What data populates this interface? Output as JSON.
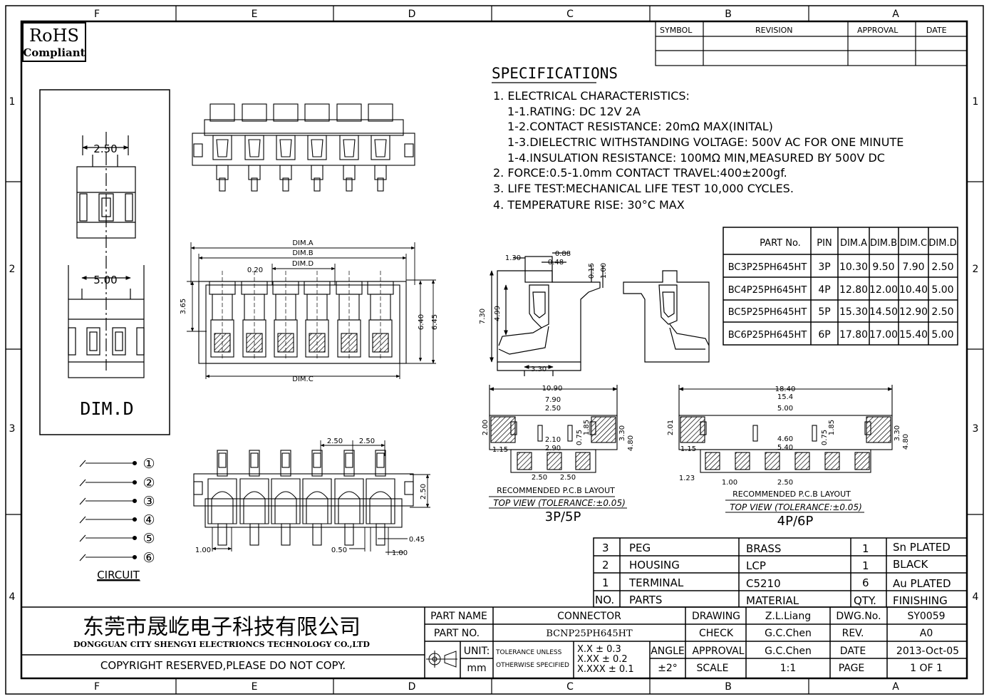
{
  "zones": {
    "columns": [
      "F",
      "E",
      "D",
      "C",
      "B",
      "A"
    ],
    "rows": [
      "1",
      "2",
      "3",
      "4"
    ]
  },
  "rohs": {
    "line1": "RoHS",
    "line2": "Compliant"
  },
  "revision_table": {
    "headers": [
      "SYMBOL",
      "REVISION",
      "APPROVAL",
      "DATE"
    ]
  },
  "specifications": {
    "title": "SPECIFICATIONS",
    "lines": [
      "1. ELECTRICAL CHARACTERISTICS:",
      "1-1.RATING: DC 12V 2A",
      "1-2.CONTACT RESISTANCE: 20mΩ MAX(INITAL)",
      "1-3.DIELECTRIC WITHSTANDING VOLTAGE: 500V AC FOR ONE MINUTE",
      "1-4.INSULATION RESISTANCE: 100MΩ MIN,MEASURED BY 500V DC",
      "2. FORCE:0.5-1.0mm CONTACT TRAVEL:400±200gf.",
      "3. LIFE TEST:MECHANICAL LIFE TEST 10,000 CYCLES.",
      "4. TEMPERATURE RISE: 30°C MAX"
    ]
  },
  "part_table": {
    "headers": [
      "PART No.",
      "PIN",
      "DIM.A",
      "DIM.B",
      "DIM.C",
      "DIM.D"
    ],
    "rows": [
      [
        "BC3P25PH645HT",
        "3P",
        "10.30",
        "9.50",
        "7.90",
        "2.50"
      ],
      [
        "BC4P25PH645HT",
        "4P",
        "12.80",
        "12.00",
        "10.40",
        "5.00"
      ],
      [
        "BC5P25PH645HT",
        "5P",
        "15.30",
        "14.50",
        "12.90",
        "2.50"
      ],
      [
        "BC6P25PH645HT",
        "6P",
        "17.80",
        "17.00",
        "15.40",
        "5.00"
      ]
    ]
  },
  "dim_d_panel": {
    "top_dim": "2.50",
    "bottom_dim": "5.00",
    "label": "DIM.D"
  },
  "top_view": {
    "dims": {
      "dim_a": "DIM.A",
      "dim_b": "DIM.B",
      "dim_d": "DIM.D",
      "dim_c": "DIM.C",
      "pitch_gap": "0.20",
      "h1": "3.65",
      "h2": "6.40",
      "h3": "6.45"
    }
  },
  "bottom_view": {
    "dims": {
      "p1": "2.50",
      "p2": "2.50",
      "h": "2.50",
      "w1": "1.00",
      "w2": "0.50",
      "w3": "1.00",
      "w4": "0.45"
    }
  },
  "side_view": {
    "dims": {
      "a": "1.30",
      "b": "0.88",
      "c": "0.48",
      "d": "0.15",
      "e": "1.00",
      "f": "7.30",
      "g": "4.99",
      "h": "3.30"
    }
  },
  "circuit": {
    "pins": [
      "①",
      "②",
      "③",
      "④",
      "⑤",
      "⑥"
    ],
    "label": "CIRCUIT"
  },
  "pcb_3p5p": {
    "dims": [
      "10.90",
      "7.90",
      "2.50",
      "2.00",
      "2.10",
      "2.90",
      "0.75",
      "1.85",
      "3.30",
      "4.80",
      "1.15",
      "2.50",
      "2.50"
    ],
    "caption1": "RECOMMENDED P.C.B LAYOUT",
    "caption2": "TOP VIEW (TOLERANCE:±0.05)",
    "name": "3P/5P"
  },
  "pcb_4p6p": {
    "dims": [
      "18.40",
      "15.4",
      "5.00",
      "2.01",
      "4.60",
      "5.40",
      "0.75",
      "1.85",
      "3.30",
      "4.80",
      "1.15",
      "1.23",
      "1.00",
      "2.50"
    ],
    "caption1": "RECOMMENDED P.C.B LAYOUT",
    "caption2": "TOP VIEW (TOLERANCE:±0.05)",
    "name": "4P/6P"
  },
  "bom": {
    "rows": [
      [
        "3",
        "PEG",
        "BRASS",
        "1",
        "Sn PLATED"
      ],
      [
        "2",
        "HOUSING",
        "LCP",
        "1",
        "BLACK"
      ],
      [
        "1",
        "TERMINAL",
        "C5210",
        "6",
        "Au PLATED"
      ],
      [
        "NO.",
        "PARTS",
        "MATERIAL",
        "QTY.",
        "FINISHING"
      ]
    ]
  },
  "title_block": {
    "company_cn": "东莞市晟屹电子科技有限公司",
    "company_en": "DONGGUAN CITY SHENGYI ELECTRIONCS TECHNOLOGY CO.,LTD",
    "copyright": "COPYRIGHT RESERVED,PLEASE DO NOT COPY.",
    "part_name_label": "PART NAME",
    "part_name": "CONNECTOR",
    "part_no_label": "PART NO.",
    "part_no": "BCNP25PH645HT",
    "unit_label": "UNIT:",
    "unit": "mm",
    "tol_label1": "TOLERANCE UNLESS",
    "tol_label2": "OTHERWISE SPECIFIED",
    "tol1": "X.X ± 0.3",
    "tol2": "X.XX ± 0.2",
    "tol3": "X.XXX ± 0.1",
    "angle_label": "ANGLE",
    "angle": "±2°",
    "drawing_label": "DRAWING",
    "drawing": "Z.L.Liang",
    "check_label": "CHECK",
    "check": "G.C.Chen",
    "approval_label": "APPROVAL",
    "approval": "G.C.Chen",
    "scale_label": "SCALE",
    "scale": "1:1",
    "dwg_label": "DWG.No.",
    "dwg": "SY0059",
    "rev_label": "REV.",
    "rev": "A0",
    "date_label": "DATE",
    "date": "2013-Oct-05",
    "page_label": "PAGE",
    "page": "1 OF 1"
  }
}
